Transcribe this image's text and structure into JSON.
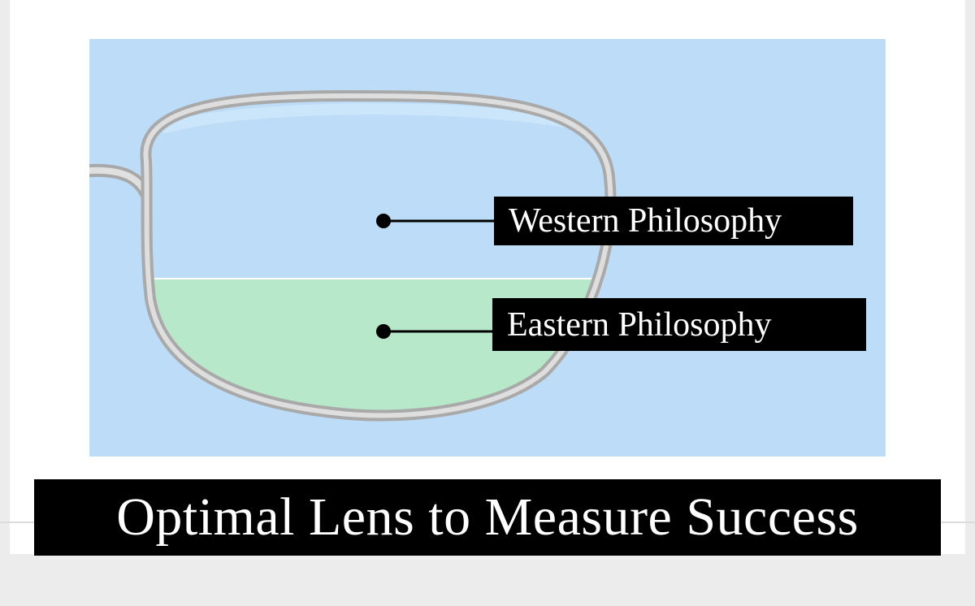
{
  "labels": {
    "western": "Western Philosophy",
    "eastern": "Eastern Philosophy"
  },
  "title": "Optimal Lens to Measure Success",
  "colors": {
    "background_panel": "#bcdcf8",
    "lens_upper": "#bcdcf8",
    "lens_lower": "#b6e8c9",
    "frame": "#b7b7b7",
    "label_bg": "#000000",
    "label_text": "#ffffff"
  },
  "icons": {
    "frame": "eyeglass-frame-icon",
    "pointer": "dot-pointer-icon"
  }
}
